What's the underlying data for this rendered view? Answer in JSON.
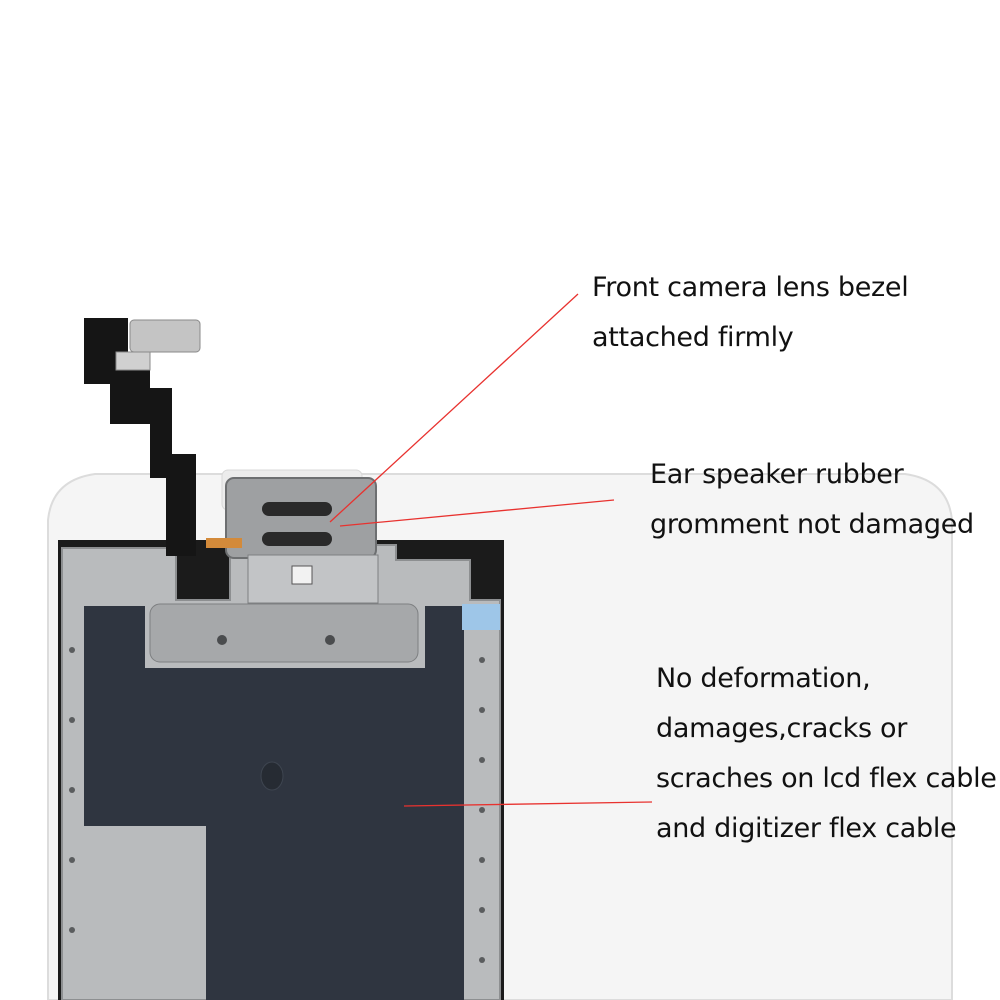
{
  "annotations": {
    "camera": {
      "lines": [
        "Front camera lens bezel",
        "attached firmly"
      ]
    },
    "speaker": {
      "lines": [
        "Ear speaker rubber",
        "gromment not damaged"
      ]
    },
    "flex": {
      "lines": [
        "No deformation,",
        "damages,cracks or",
        "scraches on lcd flex cable",
        "and digitizer flex cable"
      ]
    }
  },
  "colors": {
    "leader_line": "#e8322f",
    "panel_blue": "#2e3440",
    "metal": "#b4b6b8",
    "flex_black": "#151515",
    "frame_white": "#f4f4f4"
  },
  "icons": [
    "ear-speaker-grille-icon",
    "qr-label-icon"
  ]
}
